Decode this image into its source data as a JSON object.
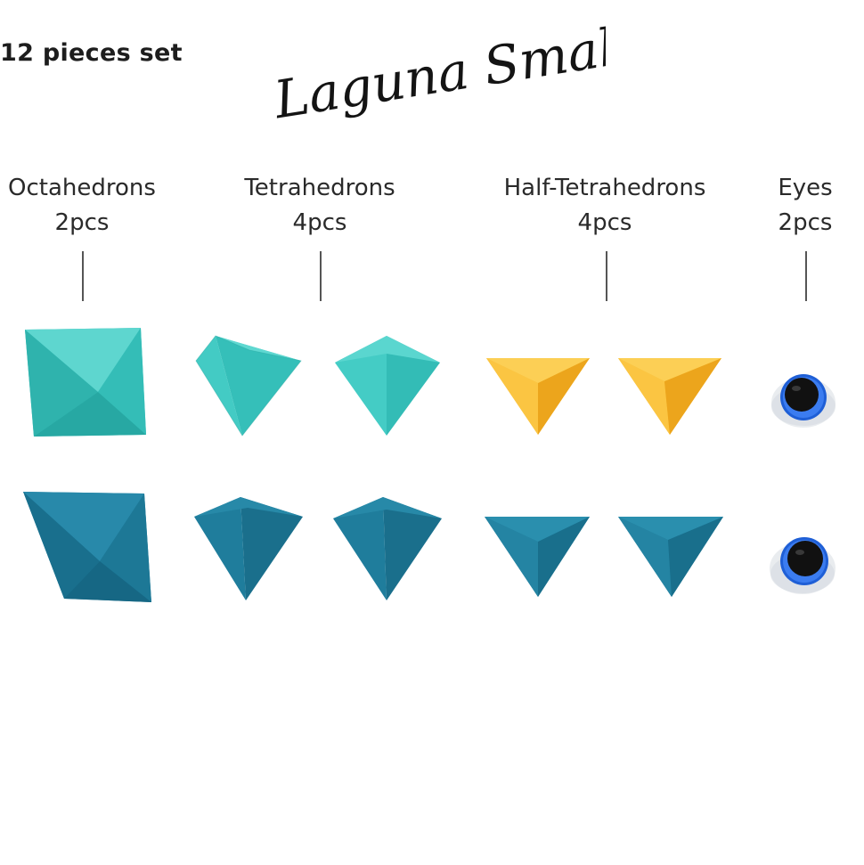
{
  "header": {
    "set_count": "12 pieces set",
    "title": "Laguna Small"
  },
  "groups": [
    {
      "name": "Octahedrons",
      "count": "2pcs"
    },
    {
      "name": "Tetrahedrons",
      "count": "4pcs"
    },
    {
      "name": "Half-Tetrahedrons",
      "count": "4pcs"
    },
    {
      "name": "Eyes",
      "count": "2pcs"
    }
  ],
  "colors": {
    "turquoise": "#3cc6c1",
    "teal_blue": "#1e7f9e",
    "yellow": "#f7b528",
    "eye_iris": "#1f5fd6",
    "eye_pupil": "#111111",
    "eye_white": "#f4f5f7"
  }
}
